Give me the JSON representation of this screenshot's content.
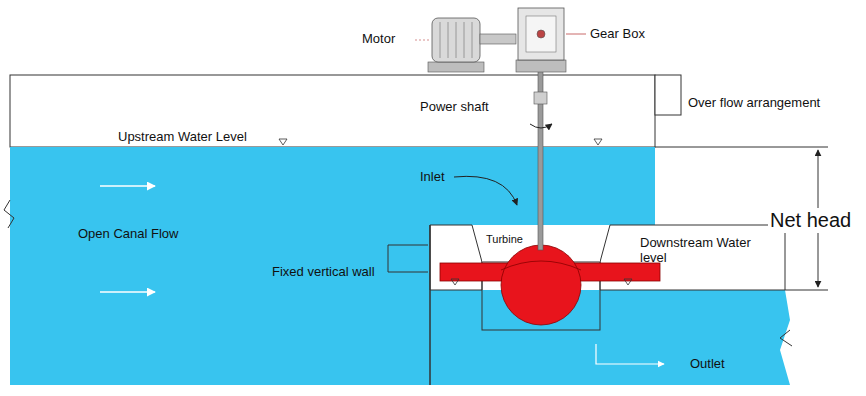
{
  "diagram": {
    "labels": [
      "Motor",
      "Gear Box",
      "Power shaft",
      "Over flow arrangement",
      "Upstream Water Level",
      "Inlet",
      "Open Canal Flow",
      "Turbine",
      "Fixed vertical wall",
      "Downstream Water level",
      "Net head",
      "Outlet"
    ]
  }
}
